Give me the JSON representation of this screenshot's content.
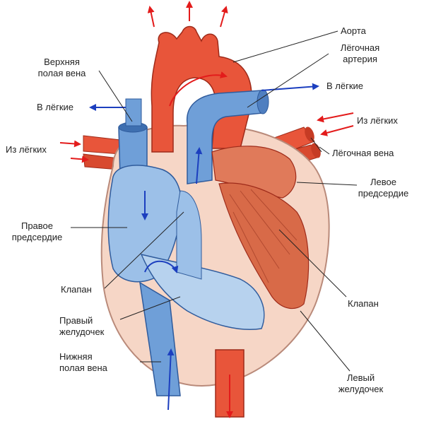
{
  "labels": {
    "aorta": "Аорта",
    "pulmonary_artery_1": "Лёгочная",
    "pulmonary_artery_2": "артерия",
    "to_lungs_right": "В лёгкие",
    "from_lungs_right": "Из лёгких",
    "pulmonary_vein": "Лёгочная вена",
    "left_atrium_1": "Левое",
    "left_atrium_2": "предсердие",
    "valve_right": "Клапан",
    "left_ventricle_1": "Левый",
    "left_ventricle_2": "желудочек",
    "superior_vena_cava_1": "Верхняя",
    "superior_vena_cava_2": "полая вена",
    "to_lungs_left": "В лёгкие",
    "from_lungs_left": "Из лёгких",
    "right_atrium_1": "Правое",
    "right_atrium_2": "предсердие",
    "valve_left": "Клапан",
    "right_ventricle_1": "Правый",
    "right_ventricle_2": "желудочек",
    "inferior_vena_cava_1": "Нижняя",
    "inferior_vena_cava_2": "полая вена"
  },
  "colors": {
    "oxygenated": "#e8553a",
    "deoxygenated": "#6f9fd8",
    "arrow_red": "#e31b1b",
    "arrow_blue": "#1c3fbf",
    "muscle": "#f6d6c6"
  }
}
